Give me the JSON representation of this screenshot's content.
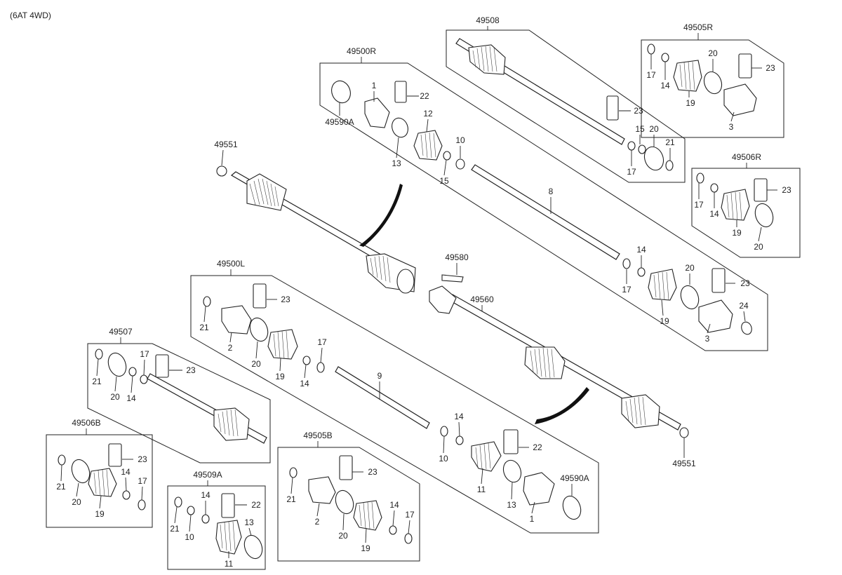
{
  "header": "(6AT 4WD)",
  "colors": {
    "line": "#222222",
    "background": "#ffffff"
  },
  "groups": {
    "g49508": "49508",
    "g49505R": "49505R",
    "g49500R": "49500R",
    "g49551_top": "49551",
    "g49506R": "49506R",
    "g49580": "49580",
    "g49560": "49560",
    "g49500L": "49500L",
    "g49507": "49507",
    "g49506B": "49506B",
    "g49505B": "49505B",
    "g49509A": "49509A",
    "g49551_bottom": "49551",
    "g49590A_top": "49590A",
    "g49590A_bottom": "49590A"
  },
  "callouts": [
    {
      "id": "c1",
      "label": "1"
    },
    {
      "id": "c2",
      "label": "22"
    },
    {
      "id": "c3",
      "label": "12"
    },
    {
      "id": "c4",
      "label": "13"
    },
    {
      "id": "c5",
      "label": "10"
    },
    {
      "id": "c6",
      "label": "15"
    },
    {
      "id": "c7",
      "label": "8"
    },
    {
      "id": "c8",
      "label": "14"
    },
    {
      "id": "c9",
      "label": "17"
    },
    {
      "id": "c10",
      "label": "19"
    },
    {
      "id": "c11",
      "label": "20"
    },
    {
      "id": "c12",
      "label": "23"
    },
    {
      "id": "c13",
      "label": "24"
    },
    {
      "id": "c14",
      "label": "3"
    },
    {
      "id": "c15",
      "label": "23"
    },
    {
      "id": "c16",
      "label": "15"
    },
    {
      "id": "c17",
      "label": "20"
    },
    {
      "id": "c18",
      "label": "17"
    },
    {
      "id": "c19",
      "label": "21"
    },
    {
      "id": "c20",
      "label": "17"
    },
    {
      "id": "c21",
      "label": "14"
    },
    {
      "id": "c22",
      "label": "20"
    },
    {
      "id": "c23",
      "label": "23"
    },
    {
      "id": "c24",
      "label": "19"
    },
    {
      "id": "c25",
      "label": "3"
    },
    {
      "id": "c26",
      "label": "17"
    },
    {
      "id": "c27",
      "label": "14"
    },
    {
      "id": "c28",
      "label": "23"
    },
    {
      "id": "c29",
      "label": "19"
    },
    {
      "id": "c30",
      "label": "20"
    },
    {
      "id": "c31",
      "label": "23"
    },
    {
      "id": "c32",
      "label": "21"
    },
    {
      "id": "c33",
      "label": "2"
    },
    {
      "id": "c34",
      "label": "20"
    },
    {
      "id": "c35",
      "label": "19"
    },
    {
      "id": "c36",
      "label": "14"
    },
    {
      "id": "c37",
      "label": "17"
    },
    {
      "id": "c38",
      "label": "9"
    },
    {
      "id": "c39",
      "label": "21"
    },
    {
      "id": "c40",
      "label": "20"
    },
    {
      "id": "c41",
      "label": "14"
    },
    {
      "id": "c42",
      "label": "17"
    },
    {
      "id": "c43",
      "label": "23"
    },
    {
      "id": "c44",
      "label": "23"
    },
    {
      "id": "c45",
      "label": "21"
    },
    {
      "id": "c46",
      "label": "20"
    },
    {
      "id": "c47",
      "label": "19"
    },
    {
      "id": "c48",
      "label": "14"
    },
    {
      "id": "c49",
      "label": "17"
    },
    {
      "id": "c50",
      "label": "23"
    },
    {
      "id": "c51",
      "label": "21"
    },
    {
      "id": "c52",
      "label": "2"
    },
    {
      "id": "c53",
      "label": "20"
    },
    {
      "id": "c54",
      "label": "19"
    },
    {
      "id": "c55",
      "label": "14"
    },
    {
      "id": "c56",
      "label": "17"
    },
    {
      "id": "c57",
      "label": "14"
    },
    {
      "id": "c58",
      "label": "22"
    },
    {
      "id": "c59",
      "label": "21"
    },
    {
      "id": "c60",
      "label": "10"
    },
    {
      "id": "c61",
      "label": "13"
    },
    {
      "id": "c62",
      "label": "11"
    },
    {
      "id": "c63",
      "label": "14"
    },
    {
      "id": "c64",
      "label": "10"
    },
    {
      "id": "c65",
      "label": "22"
    },
    {
      "id": "c66",
      "label": "11"
    },
    {
      "id": "c67",
      "label": "13"
    },
    {
      "id": "c68",
      "label": "1"
    }
  ]
}
